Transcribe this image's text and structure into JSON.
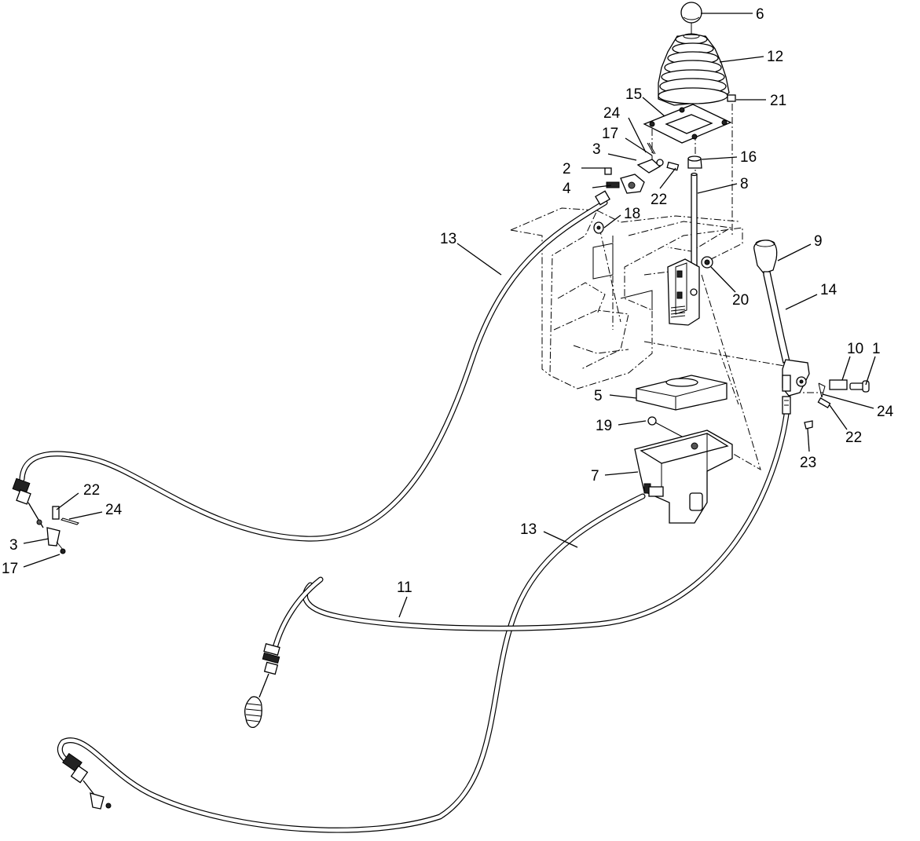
{
  "callouts": [
    {
      "id": "c6",
      "label": "6"
    },
    {
      "id": "c12",
      "label": "12"
    },
    {
      "id": "c15",
      "label": "15"
    },
    {
      "id": "c21",
      "label": "21"
    },
    {
      "id": "c24a",
      "label": "24"
    },
    {
      "id": "c17a",
      "label": "17"
    },
    {
      "id": "c3a",
      "label": "3"
    },
    {
      "id": "c16",
      "label": "16"
    },
    {
      "id": "c2",
      "label": "2"
    },
    {
      "id": "c4",
      "label": "4"
    },
    {
      "id": "c22a",
      "label": "22"
    },
    {
      "id": "c8",
      "label": "8"
    },
    {
      "id": "c18",
      "label": "18"
    },
    {
      "id": "c13a",
      "label": "13"
    },
    {
      "id": "c9",
      "label": "9"
    },
    {
      "id": "c20",
      "label": "20"
    },
    {
      "id": "c14",
      "label": "14"
    },
    {
      "id": "c10",
      "label": "10"
    },
    {
      "id": "c1",
      "label": "1"
    },
    {
      "id": "c5",
      "label": "5"
    },
    {
      "id": "c24b",
      "label": "24"
    },
    {
      "id": "c19",
      "label": "19"
    },
    {
      "id": "c22b",
      "label": "22"
    },
    {
      "id": "c23",
      "label": "23"
    },
    {
      "id": "c7",
      "label": "7"
    },
    {
      "id": "c22c",
      "label": "22"
    },
    {
      "id": "c24c",
      "label": "24"
    },
    {
      "id": "c3b",
      "label": "3"
    },
    {
      "id": "c17b",
      "label": "17"
    },
    {
      "id": "c13b",
      "label": "13"
    },
    {
      "id": "c11",
      "label": "11"
    }
  ]
}
